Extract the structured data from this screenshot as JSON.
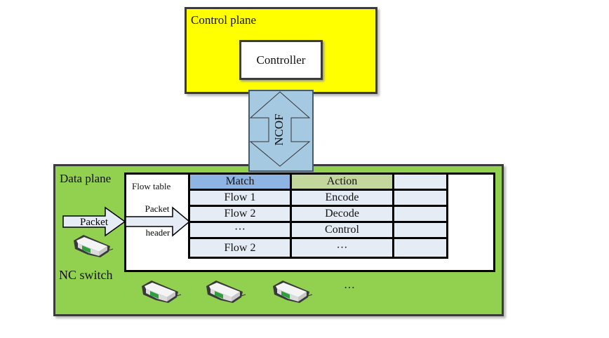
{
  "control_plane": {
    "label": "Control plane",
    "controller_label": "Controller",
    "color": "#ffff00"
  },
  "interface": {
    "label": "NCOF",
    "color": "#a6c9e2"
  },
  "data_plane": {
    "label": "Data plane",
    "color": "#92d050",
    "switch_label": "NC switch",
    "packet_label": "Packet",
    "flow_table_label": "Flow table",
    "packet_header_label_1": "Packet",
    "packet_header_label_2": "header",
    "more_switches": "…",
    "switch_icon_count": 4
  },
  "flow_table": {
    "headers": [
      "Match",
      "Action",
      ""
    ],
    "header_colors": {
      "match": "#8eb4e3",
      "action": "#c3d69b"
    },
    "rows": [
      [
        "Flow 1",
        "Encode",
        ""
      ],
      [
        "Flow 2",
        "Decode",
        ""
      ],
      [
        "···",
        "Control",
        ""
      ],
      [
        "Flow 2",
        "···",
        ""
      ]
    ]
  }
}
